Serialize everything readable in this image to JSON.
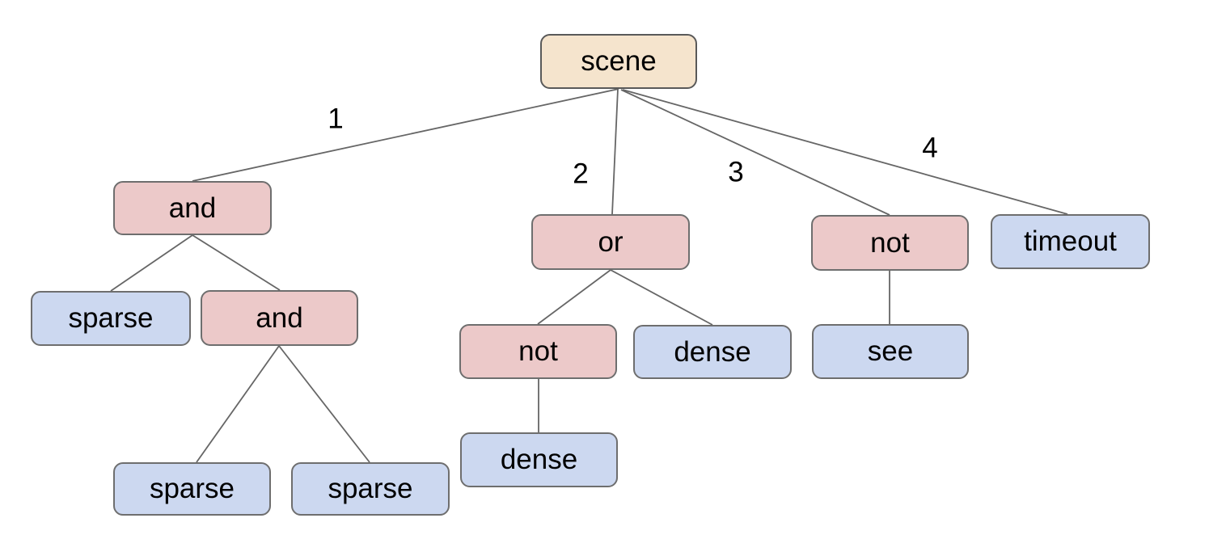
{
  "diagram": {
    "type": "tree"
  },
  "colors": {
    "background": "#ffffff",
    "root_fill": "#f5e4cd",
    "root_border": "#595959",
    "operator_fill": "#ecc9c9",
    "leaf_fill": "#ccd8f0",
    "node_border": "#6e6e6e",
    "edge_line": "#666666",
    "text": "#000000"
  },
  "nodes": [
    {
      "id": "scene",
      "label": "scene",
      "role": "root"
    },
    {
      "id": "and-1",
      "label": "and",
      "role": "operator"
    },
    {
      "id": "or-1",
      "label": "or",
      "role": "operator"
    },
    {
      "id": "not-1",
      "label": "not",
      "role": "operator"
    },
    {
      "id": "timeout",
      "label": "timeout",
      "role": "leaf"
    },
    {
      "id": "sparse-1",
      "label": "sparse",
      "role": "leaf"
    },
    {
      "id": "and-2",
      "label": "and",
      "role": "operator"
    },
    {
      "id": "not-2",
      "label": "not",
      "role": "operator"
    },
    {
      "id": "dense-1",
      "label": "dense",
      "role": "leaf"
    },
    {
      "id": "see",
      "label": "see",
      "role": "leaf"
    },
    {
      "id": "sparse-2",
      "label": "sparse",
      "role": "leaf"
    },
    {
      "id": "sparse-3",
      "label": "sparse",
      "role": "leaf"
    },
    {
      "id": "dense-2",
      "label": "dense",
      "role": "leaf"
    }
  ],
  "edges": [
    {
      "from": "scene",
      "to": "and-1",
      "label": "1"
    },
    {
      "from": "scene",
      "to": "or-1",
      "label": "2"
    },
    {
      "from": "scene",
      "to": "not-1",
      "label": "3"
    },
    {
      "from": "scene",
      "to": "timeout",
      "label": "4"
    },
    {
      "from": "and-1",
      "to": "sparse-1",
      "label": ""
    },
    {
      "from": "and-1",
      "to": "and-2",
      "label": ""
    },
    {
      "from": "and-2",
      "to": "sparse-2",
      "label": ""
    },
    {
      "from": "and-2",
      "to": "sparse-3",
      "label": ""
    },
    {
      "from": "or-1",
      "to": "not-2",
      "label": ""
    },
    {
      "from": "or-1",
      "to": "dense-1",
      "label": ""
    },
    {
      "from": "not-2",
      "to": "dense-2",
      "label": ""
    },
    {
      "from": "not-1",
      "to": "see",
      "label": ""
    }
  ]
}
